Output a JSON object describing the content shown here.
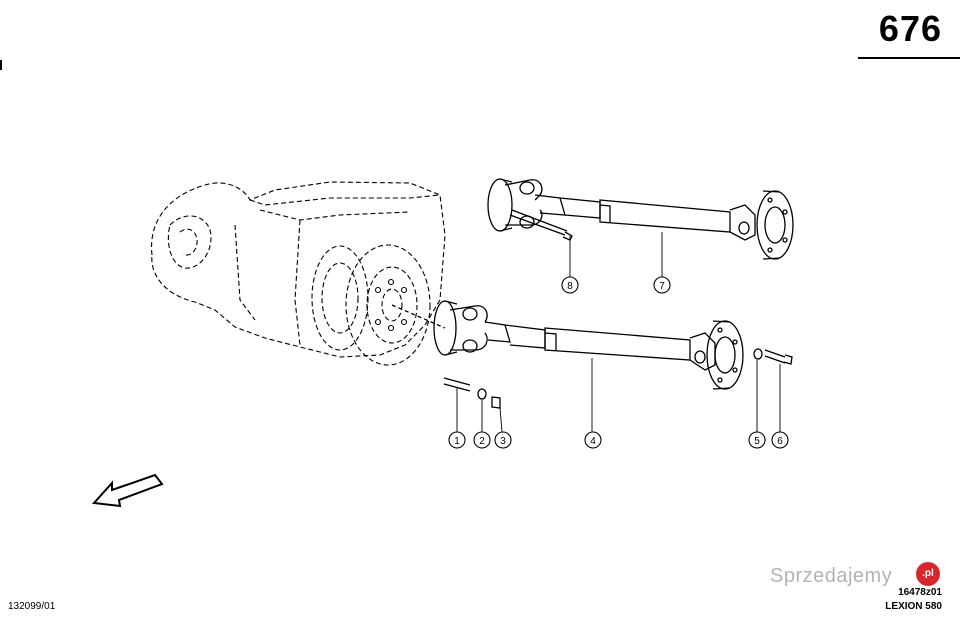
{
  "page": {
    "number": "676",
    "footer_left": "132099/01",
    "footer_ref": "16478z01",
    "footer_model": "LEXION 580",
    "watermark": "Sprzedajemy",
    "watermark_badge": ".pl"
  },
  "callouts": [
    {
      "id": "callout-1",
      "label": "1"
    },
    {
      "id": "callout-2",
      "label": "2"
    },
    {
      "id": "callout-3",
      "label": "3"
    },
    {
      "id": "callout-4",
      "label": "4"
    },
    {
      "id": "callout-5",
      "label": "5"
    },
    {
      "id": "callout-6",
      "label": "6"
    },
    {
      "id": "callout-7",
      "label": "7"
    },
    {
      "id": "callout-8",
      "label": "8"
    }
  ],
  "colors": {
    "ink": "#000000",
    "watermark": "#9a9a9a",
    "badge": "#d9262c"
  }
}
